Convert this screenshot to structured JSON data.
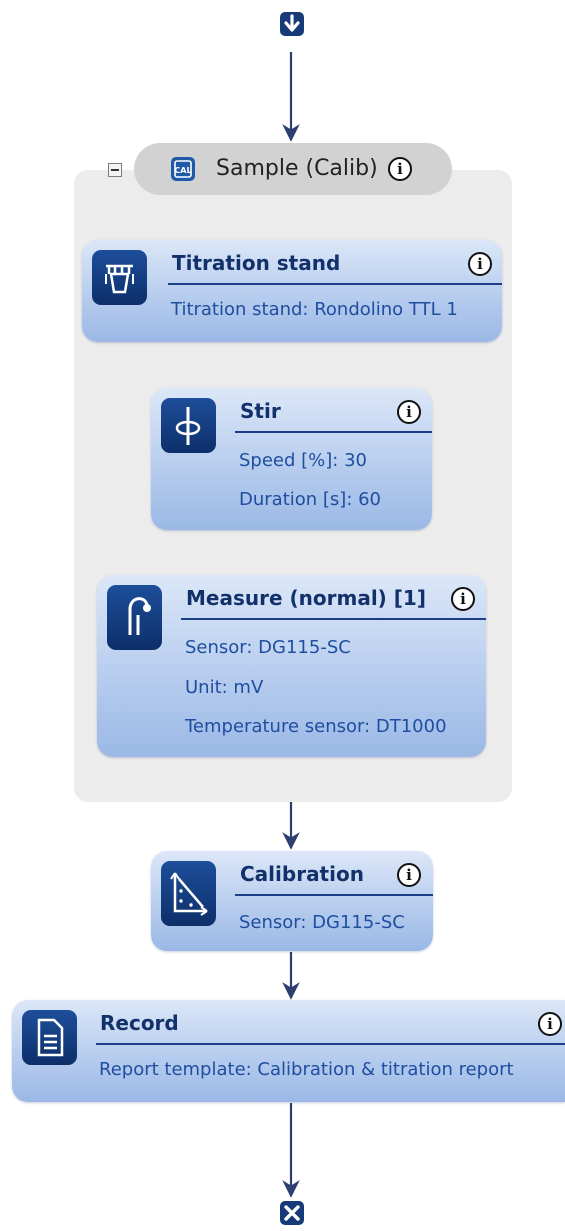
{
  "group": {
    "title": "Sample (Calib)",
    "collapse_symbol": "−"
  },
  "nodes": {
    "titration_stand": {
      "title": "Titration stand",
      "lines": [
        "Titration stand: Rondolino TTL 1"
      ]
    },
    "stir": {
      "title": "Stir",
      "lines": [
        "Speed [%]: 30",
        "Duration [s]: 60"
      ]
    },
    "measure": {
      "title": "Measure (normal) [1]",
      "lines": [
        "Sensor: DG115-SC",
        "Unit: mV",
        "Temperature sensor: DT1000"
      ]
    },
    "calibration": {
      "title": "Calibration",
      "lines": [
        "Sensor: DG115-SC"
      ]
    },
    "record": {
      "title": "Record",
      "lines": [
        "Report template: Calibration & titration report"
      ]
    }
  },
  "info_glyph": "i",
  "icons": {
    "start": "arrow-down-icon",
    "end": "close-icon",
    "group": "calibration-sample-icon",
    "titration_stand": "titration-stand-icon",
    "stir": "stirrer-icon",
    "measure": "electrode-icon",
    "calibration": "calibration-curve-icon",
    "record": "document-icon"
  },
  "colors": {
    "card_top": "#dce7f8",
    "card_bottom": "#9bb8e6",
    "title": "#12306a",
    "text": "#1f4ea0",
    "icon_tile": "#0d2f6a",
    "connector": "#2c3f6f",
    "group_bg": "#ececec",
    "group_header": "#d2d2d2"
  }
}
